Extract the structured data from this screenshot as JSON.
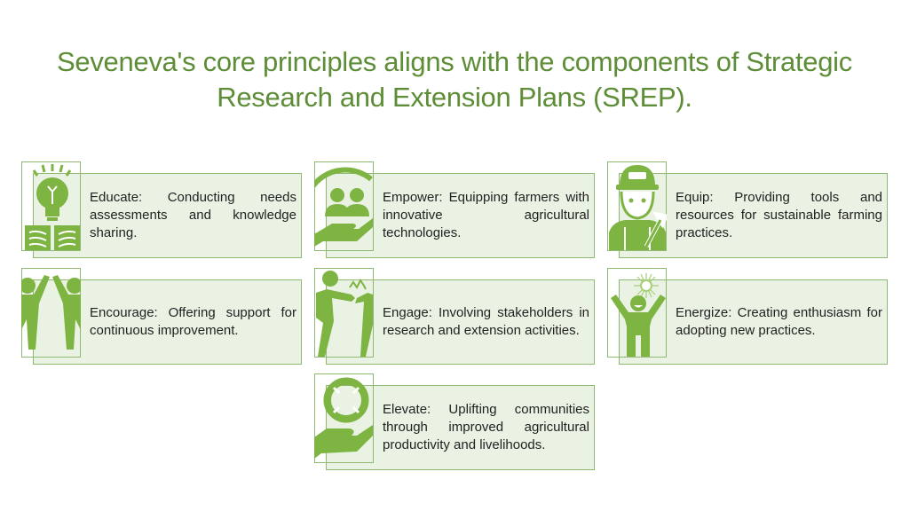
{
  "slide": {
    "title_line1": "Seveneva's core principles aligns with the components of Strategic",
    "title_line2": "Research and Extension Plans (SREP).",
    "colors": {
      "title": "#5d8d36",
      "icon": "#7db442",
      "box_fill": "#eaf2e4",
      "box_border": "#8fb872"
    },
    "principles": [
      {
        "name": "Educate",
        "icon": "lightbulb-book-icon",
        "text": "Educate: Conducting needs assessments and knowledge sharing."
      },
      {
        "name": "Empower",
        "icon": "hand-holding-people-icon",
        "text": "Empower: Equipping farmers with innovative agricultural technologies."
      },
      {
        "name": "Equip",
        "icon": "worker-with-wrench-icon",
        "text": "Equip: Providing tools and resources for sustainable farming practices."
      },
      {
        "name": "Encourage",
        "icon": "high-five-icon",
        "text": "Encourage: Offering support for continuous improvement."
      },
      {
        "name": "Engage",
        "icon": "people-clap-icon",
        "text": "Engage: Involving stakeholders in research and extension activities."
      },
      {
        "name": "Energize",
        "icon": "person-sun-icon",
        "text": "Energize: Creating enthusiasm for adopting new practices."
      },
      {
        "name": "Elevate",
        "icon": "hand-lifebuoy-icon",
        "text": "Elevate: Uplifting communities through improved agricultural productivity and livelihoods."
      }
    ]
  }
}
